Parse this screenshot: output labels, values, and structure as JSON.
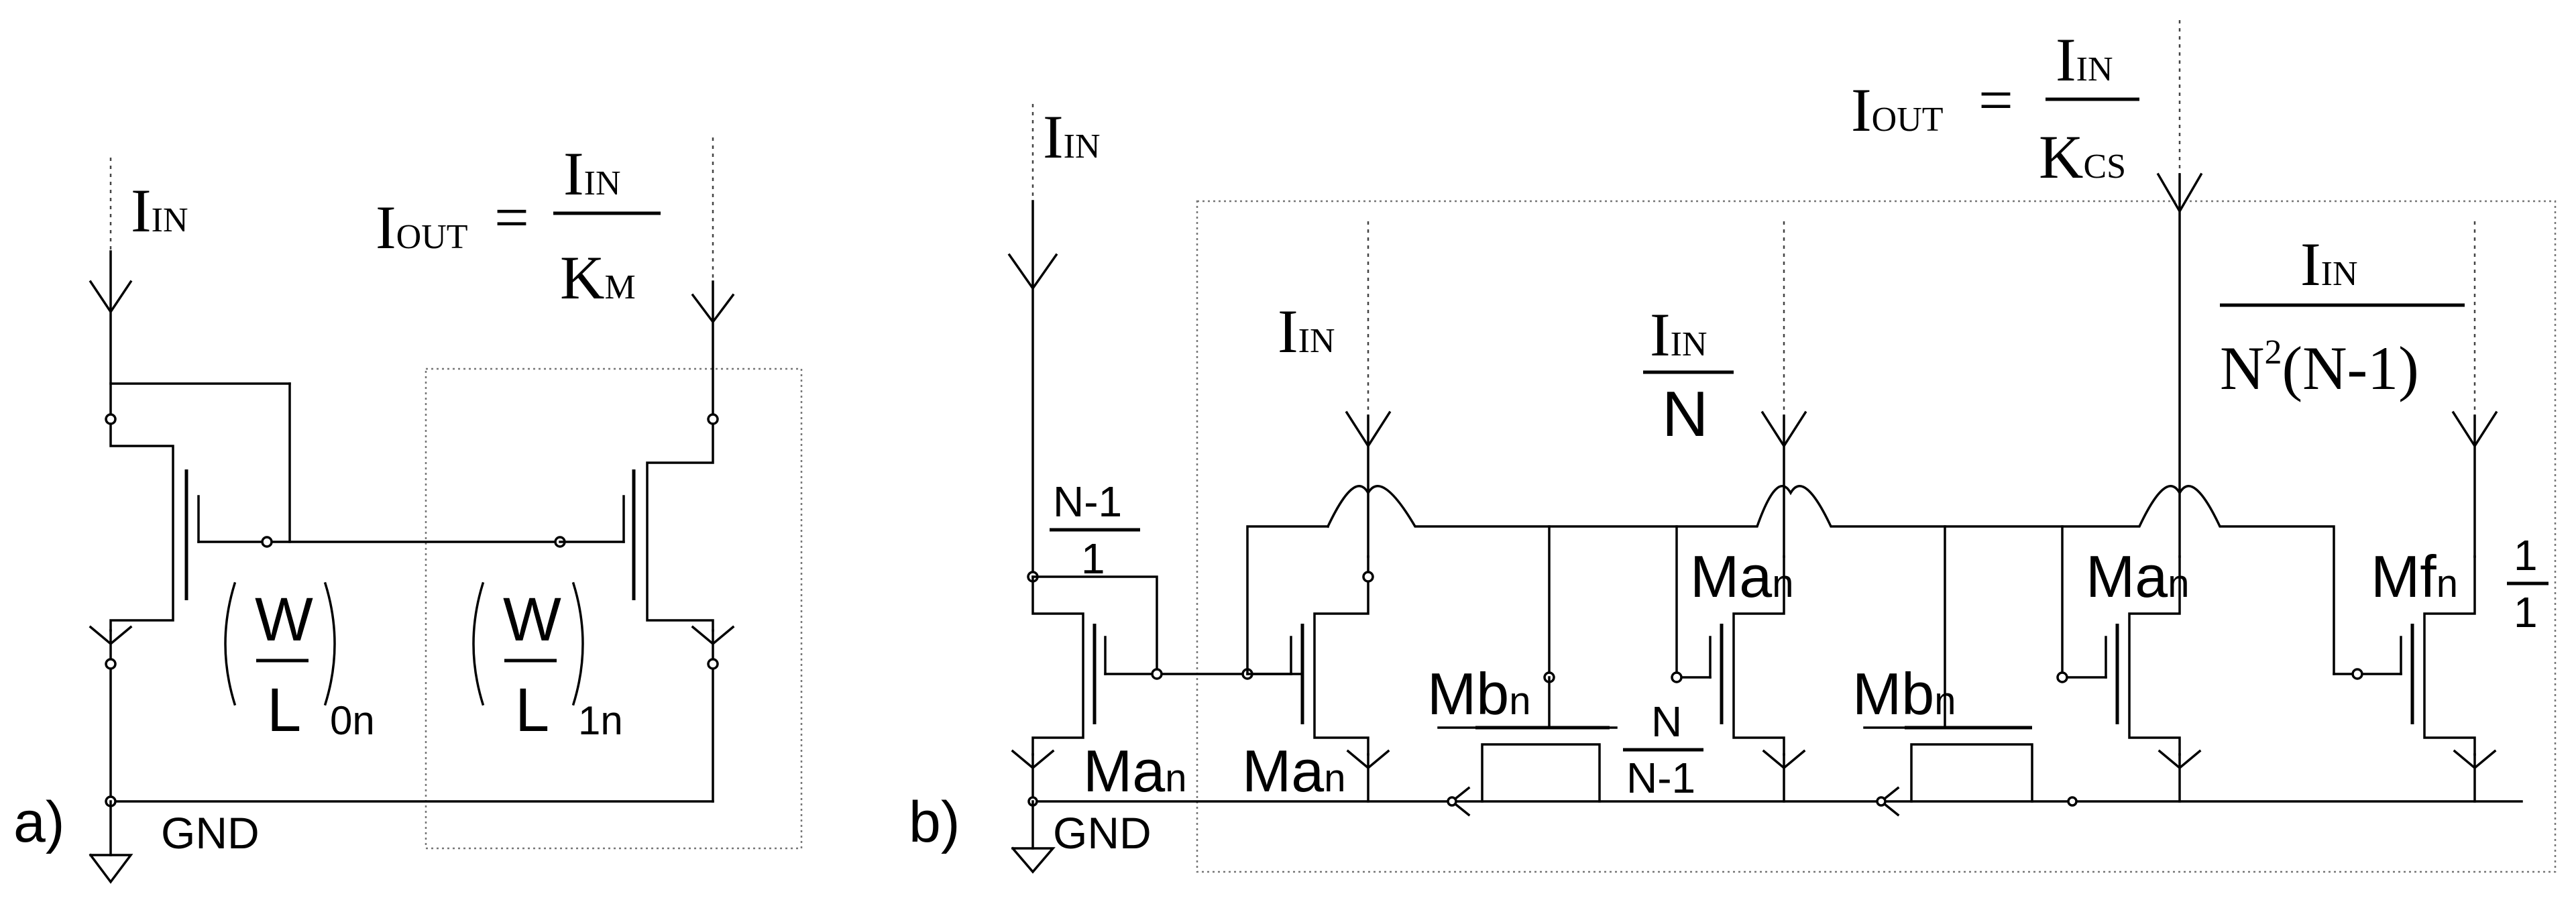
{
  "panel_a": {
    "label": "a)",
    "iin_label": {
      "main": "I",
      "sub": "IN"
    },
    "iout_lhs": {
      "main": "I",
      "sub": "OUT"
    },
    "equals": "=",
    "iout_numerator": {
      "main": "I",
      "sub": "IN"
    },
    "iout_denominator": {
      "main": "K",
      "sub": "M"
    },
    "wl_left": {
      "num": "W",
      "den": "L",
      "sub": "0n"
    },
    "wl_right": {
      "num": "W",
      "den": "L",
      "sub": "1n"
    },
    "gnd": "GND"
  },
  "panel_b": {
    "label": "b)",
    "iin_label": {
      "main": "I",
      "sub": "IN"
    },
    "iout_lhs": {
      "main": "I",
      "sub": "OUT"
    },
    "equals": "=",
    "iout_numerator": {
      "main": "I",
      "sub": "IN"
    },
    "iout_denominator": {
      "main": "K",
      "sub": "CS"
    },
    "branch1_label": {
      "main": "I",
      "sub": "IN"
    },
    "branch2_numerator": {
      "main": "I",
      "sub": "IN"
    },
    "branch2_denominator": "N",
    "branch3_numerator": {
      "main": "I",
      "sub": "IN"
    },
    "branch3_denominator": {
      "pre": "N",
      "sup": "2",
      "post": "(N-1)"
    },
    "ratio_input": {
      "num": "N-1",
      "den": "1"
    },
    "ratio_mb": {
      "num": "N",
      "den": "N-1"
    },
    "ratio_mf": {
      "num": "1",
      "den": "1"
    },
    "transistors": [
      {
        "id": "ma-in-left",
        "base": "Ma",
        "sub": "n"
      },
      {
        "id": "ma-in-right",
        "base": "Ma",
        "sub": "n"
      },
      {
        "id": "ma-stage2",
        "base": "Ma",
        "sub": "n"
      },
      {
        "id": "ma-stage3",
        "base": "Ma",
        "sub": "n"
      },
      {
        "id": "mb-stage1",
        "base": "Mb",
        "sub": "n"
      },
      {
        "id": "mb-stage2",
        "base": "Mb",
        "sub": "n"
      },
      {
        "id": "mf-out",
        "base": "Mf",
        "sub": "n"
      }
    ],
    "gnd": "GND"
  }
}
